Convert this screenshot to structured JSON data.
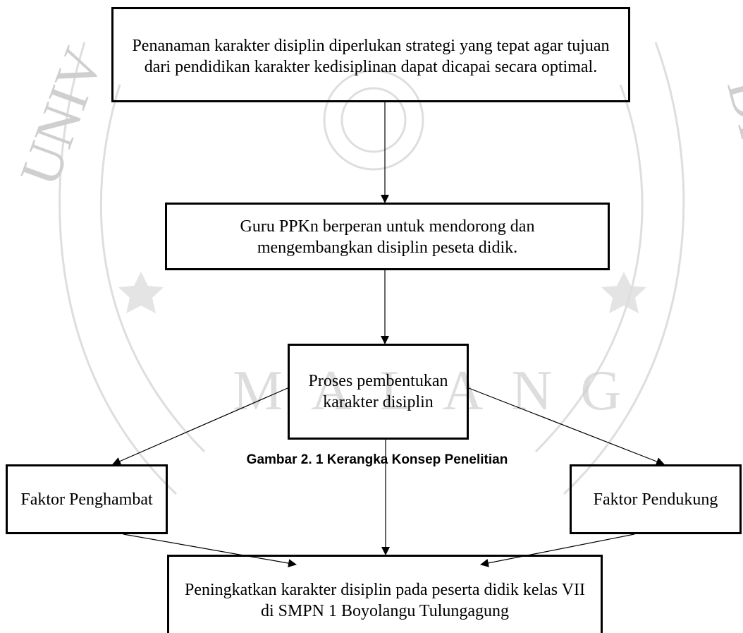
{
  "diagram": {
    "nodes": {
      "top": "Penanaman karakter disiplin diperlukan strategi yang tepat agar tujuan dari pendidikan karakter kedisiplinan dapat dicapai secara optimal.",
      "guru": "Guru PPKn berperan untuk mendorong dan mengembangkan disiplin peseta didik.",
      "proses": "Proses pembentukan karakter disiplin",
      "penghambat": "Faktor Penghambat",
      "pendukung": "Faktor Pendukung",
      "bottom": "Peningkatkan karakter disiplin pada peserta didik kelas VII di SMPN 1 Boyolangu Tulungagung"
    },
    "edges": [
      {
        "from": "top",
        "to": "guru"
      },
      {
        "from": "guru",
        "to": "proses"
      },
      {
        "from": "proses",
        "to": "penghambat"
      },
      {
        "from": "proses",
        "to": "pendukung"
      },
      {
        "from": "proses",
        "to": "bottom"
      },
      {
        "from": "penghambat",
        "to": "bottom"
      },
      {
        "from": "pendukung",
        "to": "bottom"
      }
    ],
    "caption": "Gambar 2. 1 Kerangka Konsep Penelitian"
  },
  "watermark": {
    "text_left": "UNIV",
    "text_right": "DIYAH",
    "text_bottom": "MALANG",
    "color": "#c9c9c9"
  }
}
